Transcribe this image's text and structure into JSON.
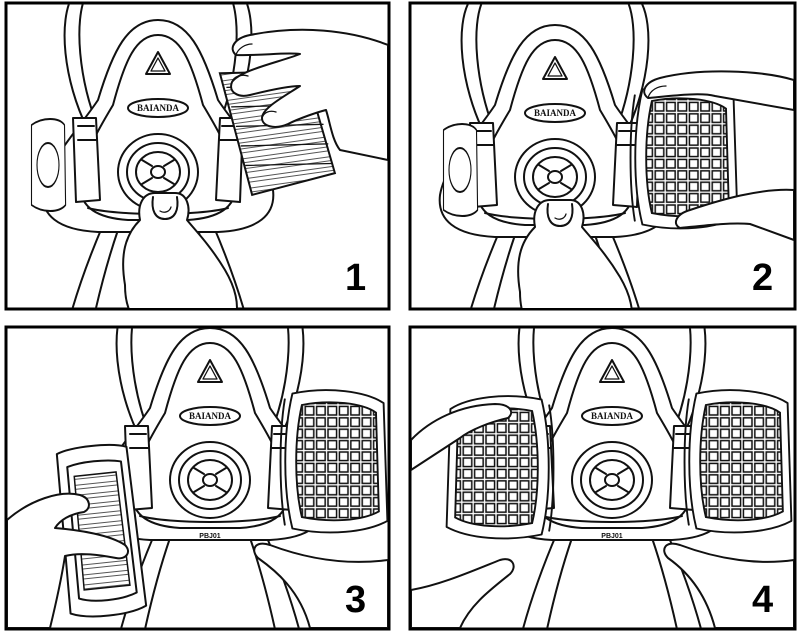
{
  "panels": [
    {
      "step": "1",
      "brand": "BAIANDA",
      "model": ""
    },
    {
      "step": "2",
      "brand": "BAIANDA",
      "model": ""
    },
    {
      "step": "3",
      "brand": "BAIANDA",
      "model": "PBJ01"
    },
    {
      "step": "4",
      "brand": "BAIANDA",
      "model": "PBJ01"
    }
  ],
  "colors": {
    "line": "#111111",
    "background": "#ffffff",
    "frame": "#000000"
  }
}
